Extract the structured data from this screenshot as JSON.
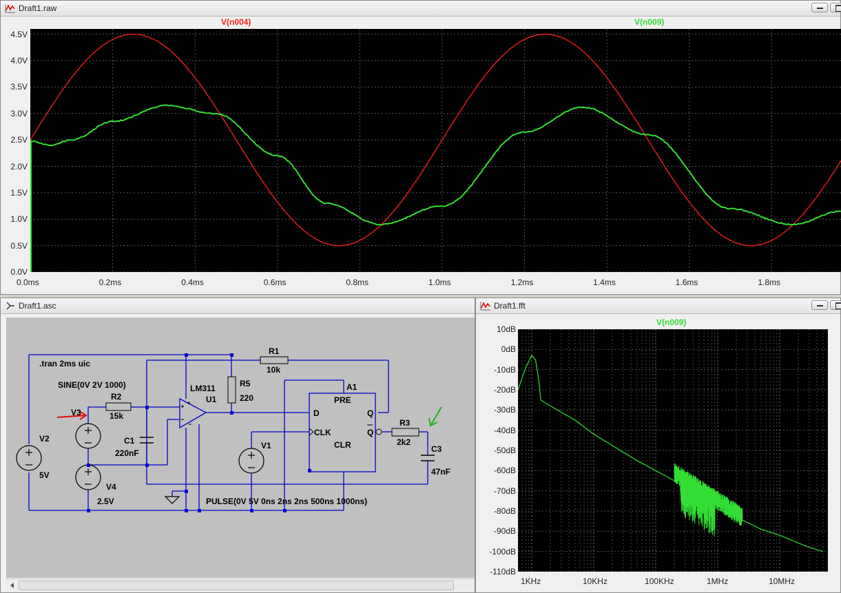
{
  "raw": {
    "title": "Draft1.raw",
    "traces": [
      {
        "name": "V(n004)",
        "color": "#ff2020"
      },
      {
        "name": "V(n009)",
        "color": "#33dd33"
      }
    ],
    "y_ticks": [
      "4.5V",
      "4.0V",
      "3.5V",
      "3.0V",
      "2.5V",
      "2.0V",
      "1.5V",
      "1.0V",
      "0.5V",
      "0.0V"
    ],
    "x_ticks": [
      "0.0ms",
      "0.2ms",
      "0.4ms",
      "0.6ms",
      "0.8ms",
      "1.0ms",
      "1.2ms",
      "1.4ms",
      "1.6ms",
      "1.8ms"
    ]
  },
  "chart_data": [
    {
      "type": "line",
      "xlabel": "",
      "ylabel": "",
      "xlim": [
        0,
        1.97
      ],
      "ylim": [
        0,
        4.6
      ],
      "series": [
        {
          "name": "V(n004)",
          "x": [
            0,
            0.125,
            0.25,
            0.375,
            0.5,
            0.625,
            0.75,
            0.875,
            1.0,
            1.125,
            1.25,
            1.375,
            1.5,
            1.625,
            1.75,
            1.875,
            1.97
          ],
          "values": [
            2.5,
            3.91,
            4.5,
            3.91,
            2.5,
            1.09,
            0.5,
            1.09,
            2.5,
            3.91,
            4.5,
            3.91,
            2.5,
            1.09,
            0.5,
            1.09,
            2.05
          ]
        },
        {
          "name": "V(n009)",
          "x": [
            0,
            0.05,
            0.1,
            0.2,
            0.33,
            0.45,
            0.6,
            0.72,
            0.85,
            1.0,
            1.2,
            1.34,
            1.5,
            1.7,
            1.85,
            1.97
          ],
          "values": [
            2.48,
            2.4,
            2.5,
            2.85,
            3.15,
            3.0,
            2.2,
            1.3,
            0.9,
            1.25,
            2.65,
            3.12,
            2.6,
            1.2,
            0.9,
            1.15
          ]
        }
      ]
    },
    {
      "type": "line",
      "xlabel": "",
      "ylabel": "",
      "x_scale": "log",
      "xlim": [
        600,
        60000000
      ],
      "ylim": [
        -110,
        10
      ],
      "series": [
        {
          "name": "V(n009)",
          "x": [
            600,
            800,
            1000,
            1150,
            1300,
            1400,
            2000,
            5000,
            10000,
            50000,
            100000,
            200000,
            300000,
            400000,
            500000,
            700000,
            1000000,
            2000000,
            5000000,
            10000000,
            30000000,
            50000000
          ],
          "values": [
            -20,
            -9,
            -3,
            -5,
            -15,
            -25,
            -28,
            -35,
            -42,
            -55,
            -60,
            -65,
            -68,
            -71,
            -73,
            -76,
            -79,
            -83,
            -89,
            -92,
            -98,
            -100
          ]
        }
      ]
    }
  ],
  "fft": {
    "title": "Draft1.fft",
    "trace_name": "V(n009)",
    "y_ticks": [
      "10dB",
      "0dB",
      "-10dB",
      "-20dB",
      "-30dB",
      "-40dB",
      "-50dB",
      "-60dB",
      "-70dB",
      "-80dB",
      "-90dB",
      "-100dB",
      "-110dB"
    ],
    "x_ticks": [
      "1KHz",
      "10KHz",
      "100KHz",
      "1MHz",
      "10MHz"
    ]
  },
  "asc": {
    "title": "Draft1.asc",
    "labels": {
      "tran": ".tran 2ms uic",
      "sine": "SINE(0V 2V 1000)",
      "r2": "R2",
      "r2v": "15k",
      "v3": "V3",
      "v2": "V2",
      "v2v": "5V",
      "c1": "C1",
      "c1v": "220nF",
      "v4": "V4",
      "v4v": "2.5V",
      "lm311": "LM311",
      "u1": "U1",
      "r5": "R5",
      "r5v": "220",
      "r1": "R1",
      "r1v": "10k",
      "a1": "A1",
      "pre": "PRE",
      "d": "D",
      "q": "Q",
      "qbar": "Q",
      "clk": "CLK",
      "clr": "CLR",
      "v1": "V1",
      "r3": "R3",
      "r3v": "2k2",
      "c3": "C3",
      "c3v": "47nF",
      "pulse": "PULSE(0V 5V 0ns 2ns 2ns 500ns 1000ns)"
    }
  },
  "colors": {
    "wire": "#0000cc",
    "schematic_bg": "#c0c0c0",
    "plot_bg": "#000000",
    "annotation_red": "#e01010",
    "annotation_green": "#20b020"
  }
}
